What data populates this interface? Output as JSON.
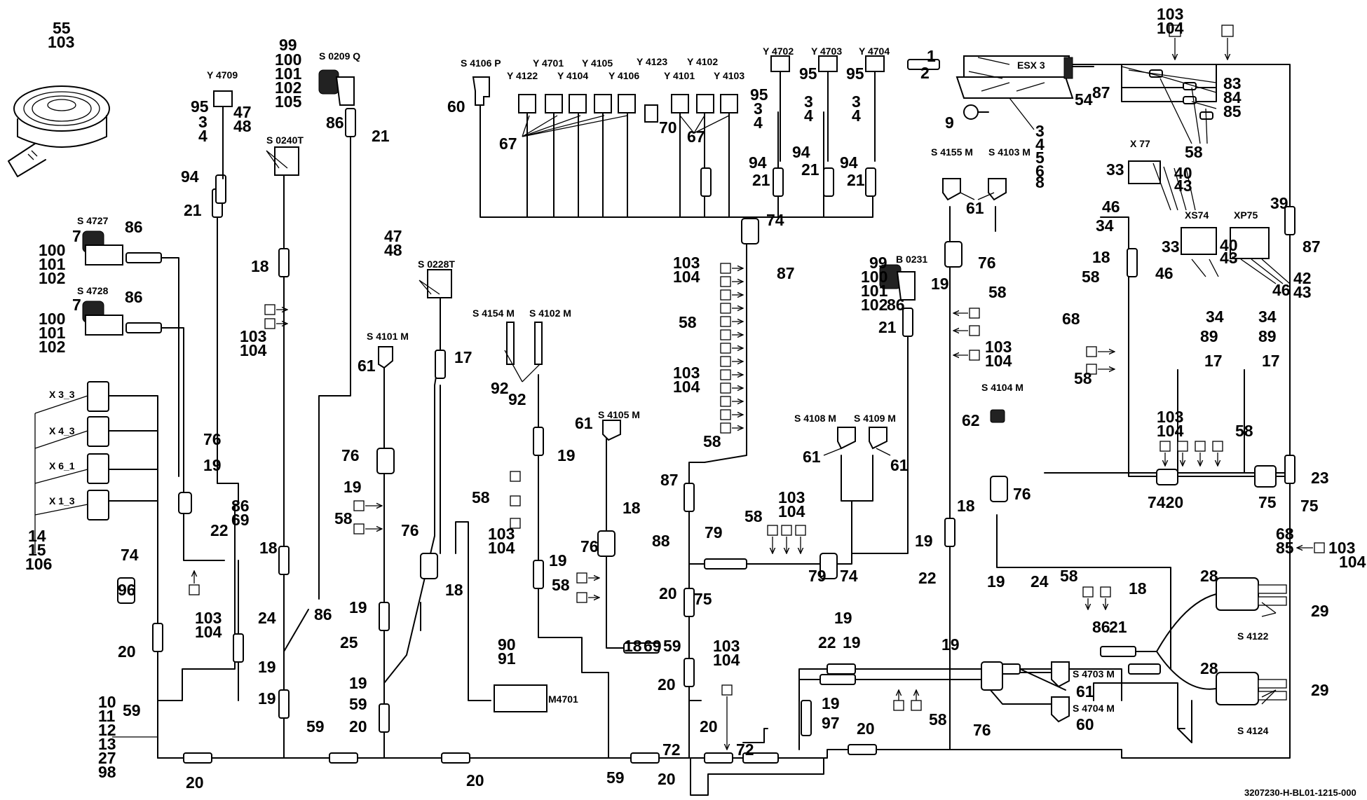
{
  "drawing_id": "3207230-H-BL01-1215-000",
  "labels": {
    "esx": "ESX 3",
    "s4106p": "S 4106 P",
    "y4122": "Y 4122",
    "y4701": "Y 4701",
    "y4104": "Y 4104",
    "y4105": "Y 4105",
    "y4106": "Y 4106",
    "y4123": "Y 4123",
    "y4101": "Y 4101",
    "y4102": "Y 4102",
    "y4103": "Y 4103",
    "y4702": "Y 4702",
    "y4703": "Y 4703",
    "y4704": "Y 4704",
    "y4709": "Y 4709",
    "s0209q": "S 0209 Q",
    "s0240t": "S 0240T",
    "s0228t": "S 0228T",
    "s4727": "S 4727",
    "s4728": "S 4728",
    "x33": "X 3_3",
    "x43": "X 4_3",
    "x61": "X 6_1",
    "x13": "X 1_3",
    "s4101m": "S 4101 M",
    "s4154m": "S 4154 M",
    "s4102m": "S 4102 M",
    "s4105m": "S 4105 M",
    "s4155m": "S 4155 M",
    "s4103m": "S 4103 M",
    "b0231": "B 0231",
    "s4108m": "S 4108 M",
    "s4109m": "S 4109 M",
    "s4104m": "S 4104 M",
    "x77": "X 77",
    "xs74": "XS74",
    "xp75": "XP75",
    "s4703m": "S 4703 M",
    "s4704m": "S 4704 M",
    "s4122": "S 4122",
    "s4124": "S 4124",
    "m4701": "M4701"
  },
  "callouts": {
    "n1": "1",
    "n2": "2",
    "n3": "3",
    "n4": "4",
    "n5": "5",
    "n6": "6",
    "n7": "7",
    "n8": "8",
    "n9": "9",
    "n10": "10",
    "n11": "11",
    "n12": "12",
    "n13": "13",
    "n14": "14",
    "n15": "15",
    "n17": "17",
    "n18": "18",
    "n19": "19",
    "n20": "20",
    "n21": "21",
    "n22": "22",
    "n23": "23",
    "n24": "24",
    "n25": "25",
    "n27": "27",
    "n28": "28",
    "n29": "29",
    "n33": "33",
    "n34": "34",
    "n39": "39",
    "n40": "40",
    "n42": "42",
    "n43": "43",
    "n46": "46",
    "n47": "47",
    "n48": "48",
    "n54": "54",
    "n55": "55",
    "n58": "58",
    "n59": "59",
    "n60": "60",
    "n61": "61",
    "n62": "62",
    "n67": "67",
    "n68": "68",
    "n69": "69",
    "n70": "70",
    "n72": "72",
    "n74": "74",
    "n75": "75",
    "n76": "76",
    "n79": "79",
    "n83": "83",
    "n84": "84",
    "n85": "85",
    "n86": "86",
    "n87": "87",
    "n88": "88",
    "n89": "89",
    "n90": "90",
    "n91": "91",
    "n92": "92",
    "n94": "94",
    "n95": "95",
    "n96": "96",
    "n97": "97",
    "n98": "98",
    "n99": "99",
    "n100": "100",
    "n101": "101",
    "n102": "102",
    "n103": "103",
    "n104": "104",
    "n105": "105",
    "n106": "106",
    "n742": "7420"
  }
}
